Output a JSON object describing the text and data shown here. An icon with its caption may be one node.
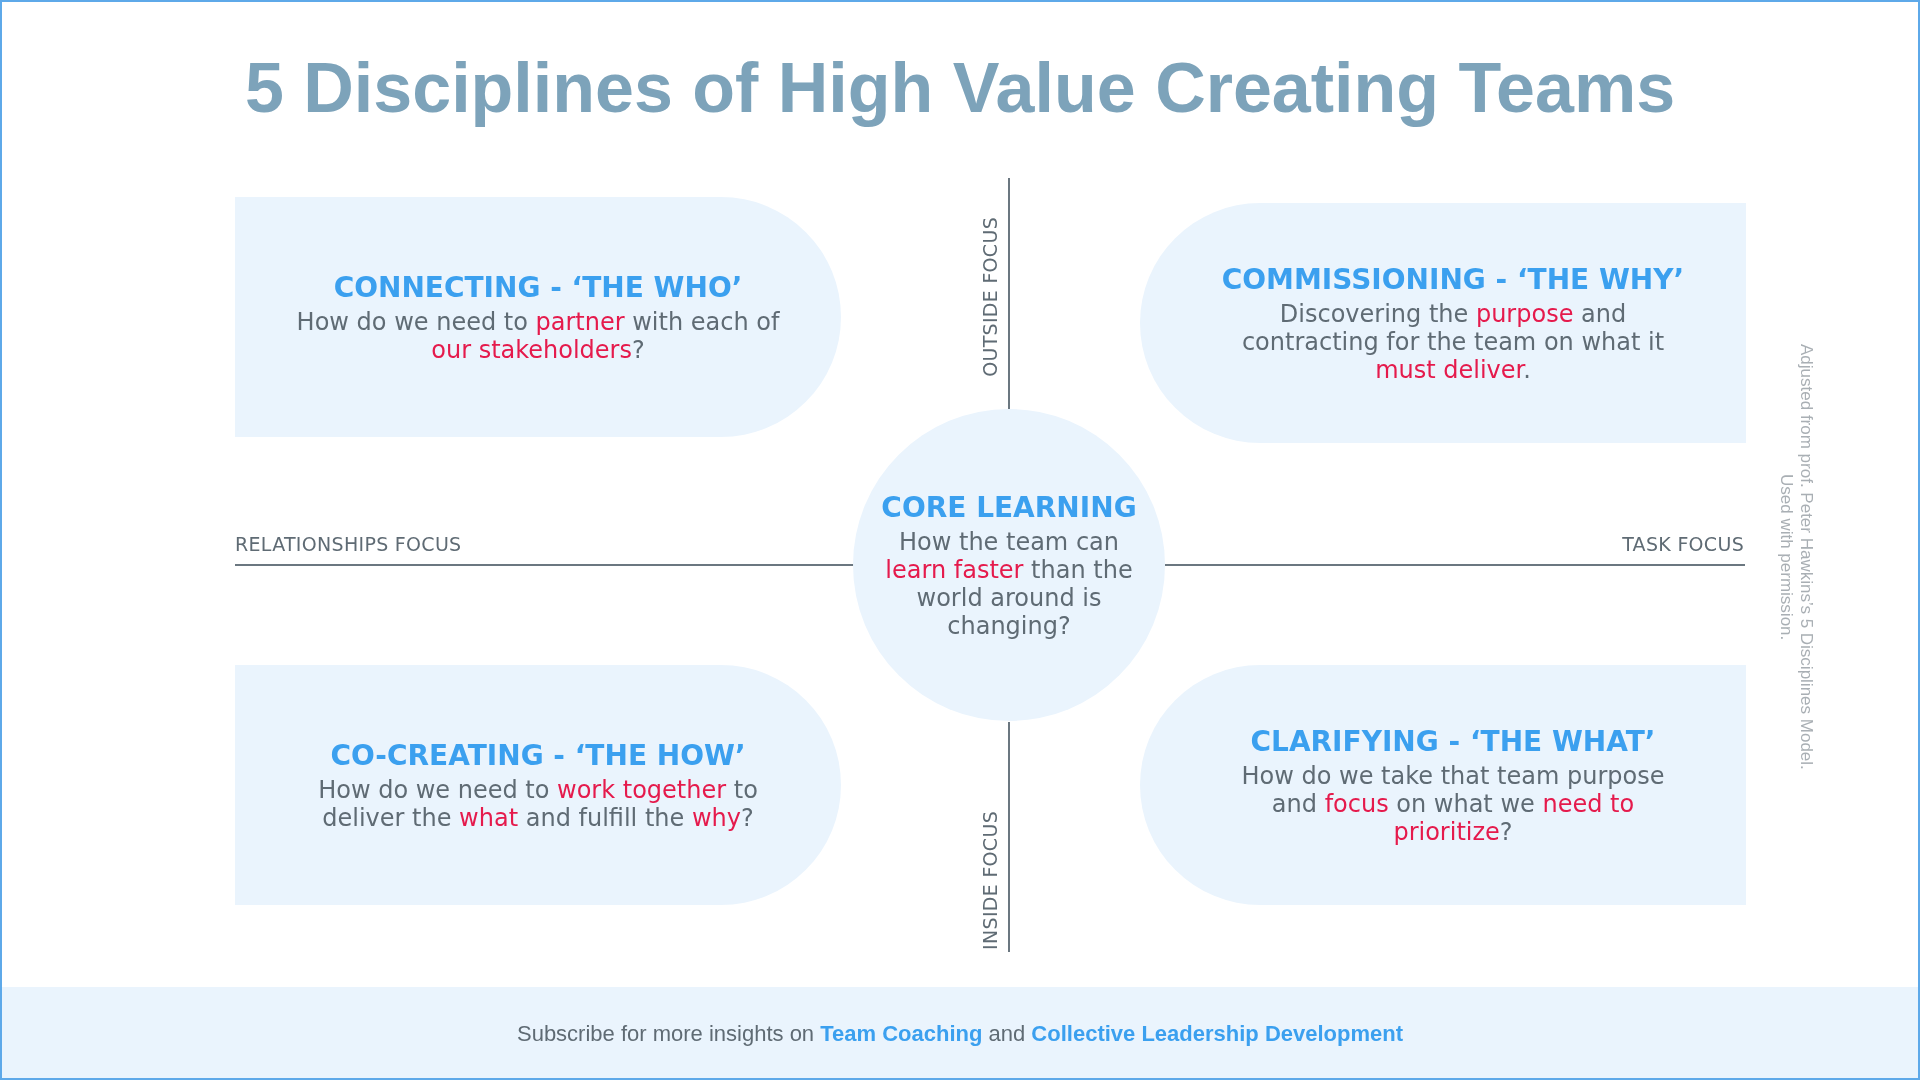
{
  "diagram": {
    "title": "5 Disciplines of High Value Creating Teams",
    "nodes": [
      {
        "text": [
          "CONNECTING - ‘THE WHO’",
          "How do we need to **partner** with each of **our stakeholders**?"
        ]
      },
      {
        "text": [
          "COMMISSIONING - ‘THE WHY’",
          "Discovering the **purpose** and contracting for the team on what it **must deliver**."
        ]
      },
      {
        "text": [
          "CORE LEARNING",
          "How the team can **learn faster** than the world around is changing?"
        ]
      },
      {
        "text": [
          "CO-CREATING - ‘THE HOW’",
          "How do we need to **work together** to deliver the **what** and fulfill the **why**?"
        ]
      },
      {
        "text": [
          "CLARIFYING - ‘THE WHAT’",
          "How do we take that team purpose and **focus** on what we **need to prioritize**?"
        ]
      }
    ],
    "labels": [
      "OUTSIDE FOCUS",
      "Adjusted from prof. Peter Hawkins’s 5 Disciplines Model.",
      "Used with permission.",
      "RELATIONSHIPS FOCUS",
      "TASK FOCUS",
      "INSIDE FOCUS",
      "Subscribe for more insights on **Team Coaching** and **Collective Leadership Development**"
    ]
  }
}
